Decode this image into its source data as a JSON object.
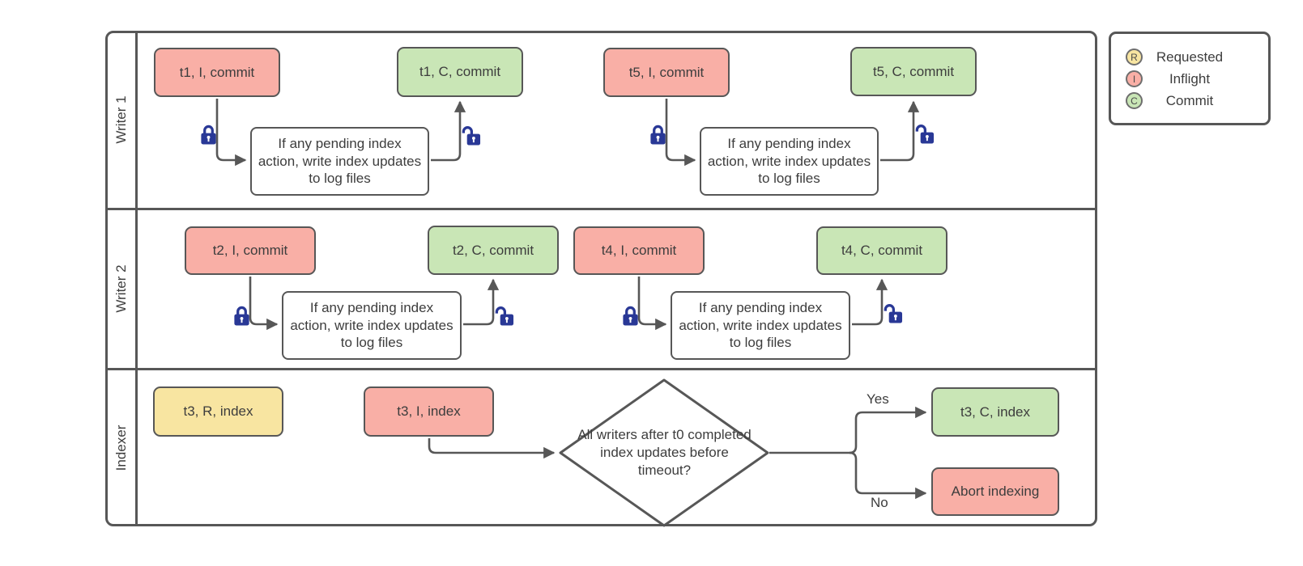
{
  "colors": {
    "inflight_fill": "#F9AFA6",
    "commit_fill": "#C9E6B6",
    "requested_fill": "#F8E5A1",
    "process_fill": "#FFFFFF",
    "line_gray": "#575757",
    "lock_blue": "#293896",
    "text": "#3D3D3D"
  },
  "lanes": [
    {
      "label": "Writer 1"
    },
    {
      "label": "Writer 2"
    },
    {
      "label": "Indexer"
    }
  ],
  "legend": {
    "items": [
      {
        "letter": "R",
        "label": "Requested"
      },
      {
        "letter": "I",
        "label": "Inflight"
      },
      {
        "letter": "C",
        "label": "Commit"
      }
    ]
  },
  "nodes": {
    "t1i": "t1, I, commit",
    "t1c": "t1, C, commit",
    "t5i": "t5, I, commit",
    "t5c": "t5, C, commit",
    "t2i": "t2, I, commit",
    "t2c": "t2, C, commit",
    "t4i": "t4, I, commit",
    "t4c": "t4, C, commit",
    "t3r": "t3, R, index",
    "t3i": "t3, I, index",
    "t3c": "t3, C, index",
    "abort": "Abort indexing",
    "proc": "If any pending index action, write index updates to log files",
    "decision": "All writers after t0 completed index updates before timeout?"
  },
  "edge_labels": {
    "yes": "Yes",
    "no": "No"
  }
}
